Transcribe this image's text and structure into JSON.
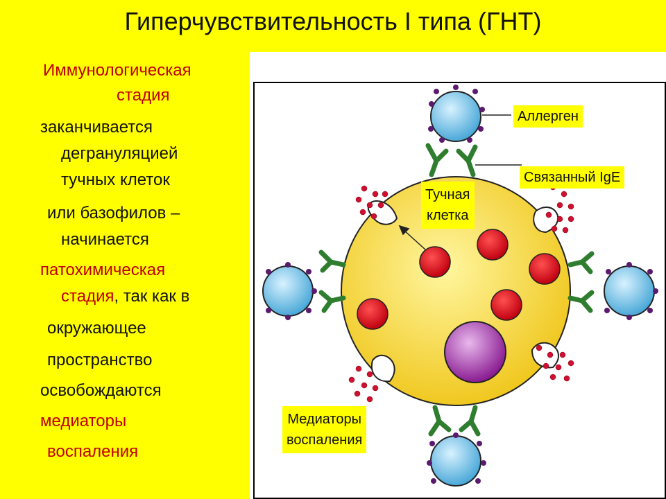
{
  "slide": {
    "title": "Гиперчувствительность I типа (ГНТ)",
    "left_lines": [
      "Иммунологическая",
      "стадия",
      "заканчивается",
      "дегрануляцией",
      "тучных клеток",
      "или базофилов –",
      "начинается",
      "патохимическая",
      "стадия",
      ", так как в",
      "окружающее",
      "пространство",
      "освобождаются",
      "медиаторы",
      "воспаления"
    ],
    "colors": {
      "background": "#ffff00",
      "highlight_text": "#c00000",
      "normal_text": "#111111"
    }
  },
  "diagram": {
    "labels": {
      "allergen": "Аллерген",
      "bound_ige": "Связанный IgE",
      "mast_cell_line1": "Тучная",
      "mast_cell_line2": "клетка",
      "mediators_line1": "Медиаторы",
      "mediators_line2": "воспаления"
    },
    "colors": {
      "cell_body": "#f7dc3a",
      "granule": "#e00010",
      "nucleus": "#9a2aa0",
      "allergen": "#6fc3e8",
      "antibody": "#2f7d2f",
      "mediator_dot": "#d01030"
    }
  }
}
